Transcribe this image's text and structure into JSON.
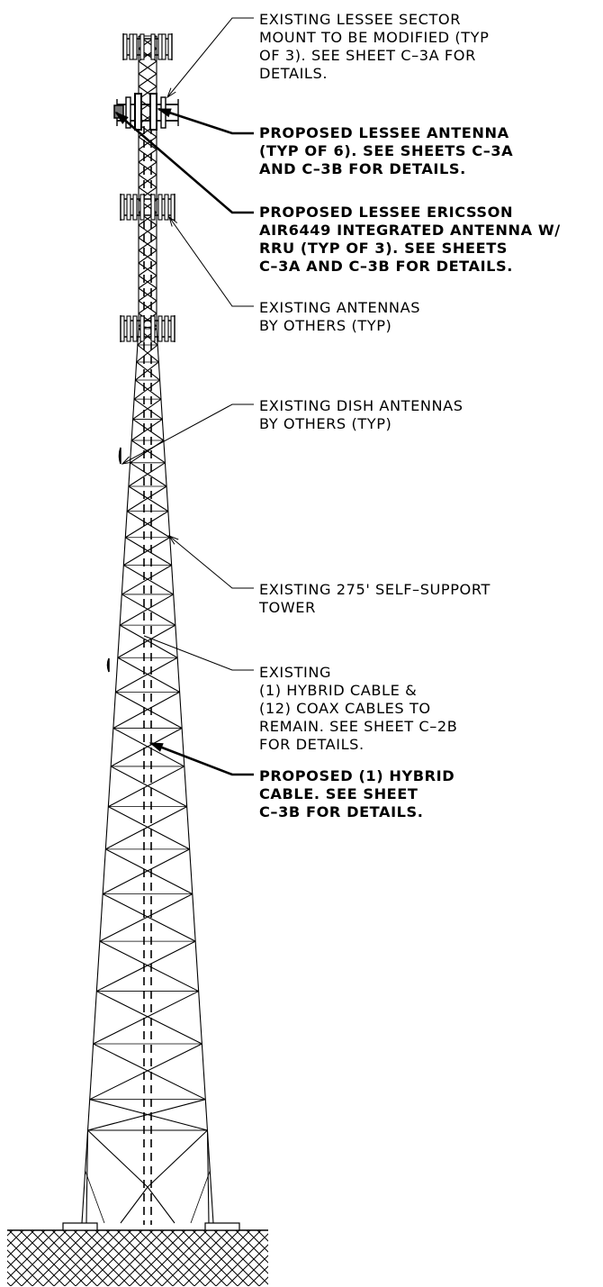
{
  "notes": [
    {
      "id": "sector-mount",
      "emphasis": "existing",
      "lines": [
        "EXISTING LESSEE SECTOR",
        "MOUNT TO BE MODIFIED (TYP",
        "OF 3). SEE SHEET C–3A FOR",
        "DETAILS."
      ]
    },
    {
      "id": "proposed-antenna",
      "emphasis": "proposed",
      "lines": [
        "PROPOSED LESSEE ANTENNA",
        "(TYP OF 6). SEE SHEETS C–3A",
        "AND C–3B FOR DETAILS."
      ]
    },
    {
      "id": "proposed-ericsson",
      "emphasis": "proposed",
      "lines": [
        "PROPOSED LESSEE ERICSSON",
        "AIR6449 INTEGRATED ANTENNA W/",
        "RRU (TYP OF 3). SEE SHEETS",
        "C–3A AND C–3B FOR DETAILS."
      ]
    },
    {
      "id": "existing-antennas",
      "emphasis": "existing",
      "lines": [
        "EXISTING ANTENNAS",
        "BY OTHERS (TYP)"
      ]
    },
    {
      "id": "dish-antennas",
      "emphasis": "existing",
      "lines": [
        "EXISTING DISH ANTENNAS",
        "BY OTHERS (TYP)"
      ]
    },
    {
      "id": "tower",
      "emphasis": "existing",
      "lines": [
        "EXISTING 275' SELF–SUPPORT",
        "TOWER"
      ]
    },
    {
      "id": "existing-cables",
      "emphasis": "existing",
      "lines": [
        "EXISTING",
        "(1) HYBRID CABLE &",
        "(12) COAX CABLES TO",
        "REMAIN. SEE SHEET C–2B",
        "FOR DETAILS."
      ]
    },
    {
      "id": "proposed-hybrid",
      "emphasis": "proposed",
      "lines": [
        "PROPOSED (1) HYBRID",
        "CABLE. SEE SHEET",
        "C–3B FOR DETAILS."
      ]
    }
  ],
  "colors": {
    "line": "#000000",
    "background": "#ffffff"
  }
}
